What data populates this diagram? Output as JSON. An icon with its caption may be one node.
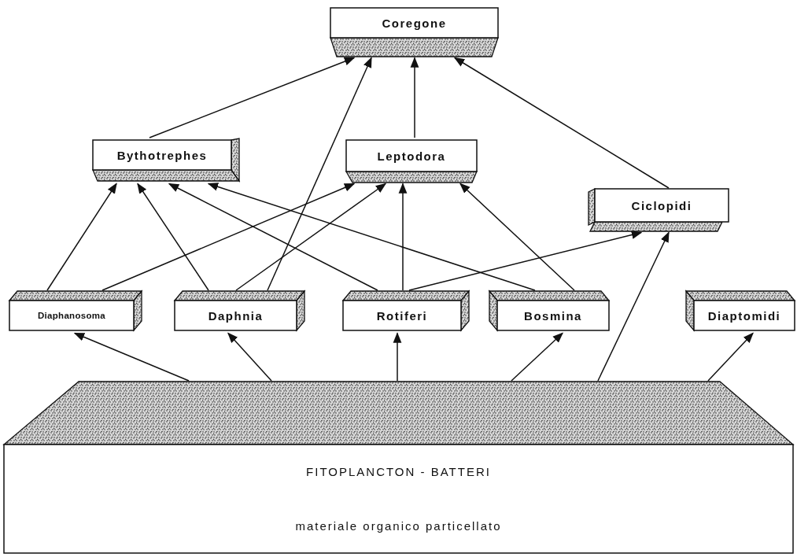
{
  "diagram": {
    "nodes": [
      {
        "text": [
          "Coregone"
        ]
      },
      {
        "text": [
          "Bythotrephes"
        ]
      },
      {
        "text": [
          "Leptodora"
        ]
      },
      {
        "text": [
          "Ciclopidi"
        ]
      },
      {
        "text": [
          "Diaphanosoma"
        ]
      },
      {
        "text": [
          "Daphnia"
        ]
      },
      {
        "text": [
          "Rotiferi"
        ]
      },
      {
        "text": [
          "Bosmina"
        ]
      },
      {
        "text": [
          "Diaptomidi"
        ]
      },
      {
        "text": [
          "FITOPLANCTON - BATTERI",
          "materiale organico particellato"
        ]
      }
    ],
    "edges": [
      {
        "from": 1,
        "to": 0,
        "arrow": "to"
      },
      {
        "from": 5,
        "to": 0,
        "arrow": "to"
      },
      {
        "from": 2,
        "to": 0,
        "arrow": "to"
      },
      {
        "from": 3,
        "to": 0,
        "arrow": "to"
      },
      {
        "from": 4,
        "to": 1,
        "arrow": "to"
      },
      {
        "from": 5,
        "to": 1,
        "arrow": "to"
      },
      {
        "from": 6,
        "to": 1,
        "arrow": "to"
      },
      {
        "from": 7,
        "to": 1,
        "arrow": "to"
      },
      {
        "from": 4,
        "to": 2,
        "arrow": "to"
      },
      {
        "from": 5,
        "to": 2,
        "arrow": "to"
      },
      {
        "from": 6,
        "to": 2,
        "arrow": "to"
      },
      {
        "from": 7,
        "to": 2,
        "arrow": "to"
      },
      {
        "from": 6,
        "to": 3,
        "arrow": "to"
      },
      {
        "from": 9,
        "to": 3,
        "arrow": "to"
      },
      {
        "from": 9,
        "to": 4,
        "arrow": "to"
      },
      {
        "from": 9,
        "to": 5,
        "arrow": "to"
      },
      {
        "from": 9,
        "to": 6,
        "arrow": "to"
      },
      {
        "from": 9,
        "to": 7,
        "arrow": "to"
      },
      {
        "from": 9,
        "to": 8,
        "arrow": "to"
      }
    ]
  }
}
